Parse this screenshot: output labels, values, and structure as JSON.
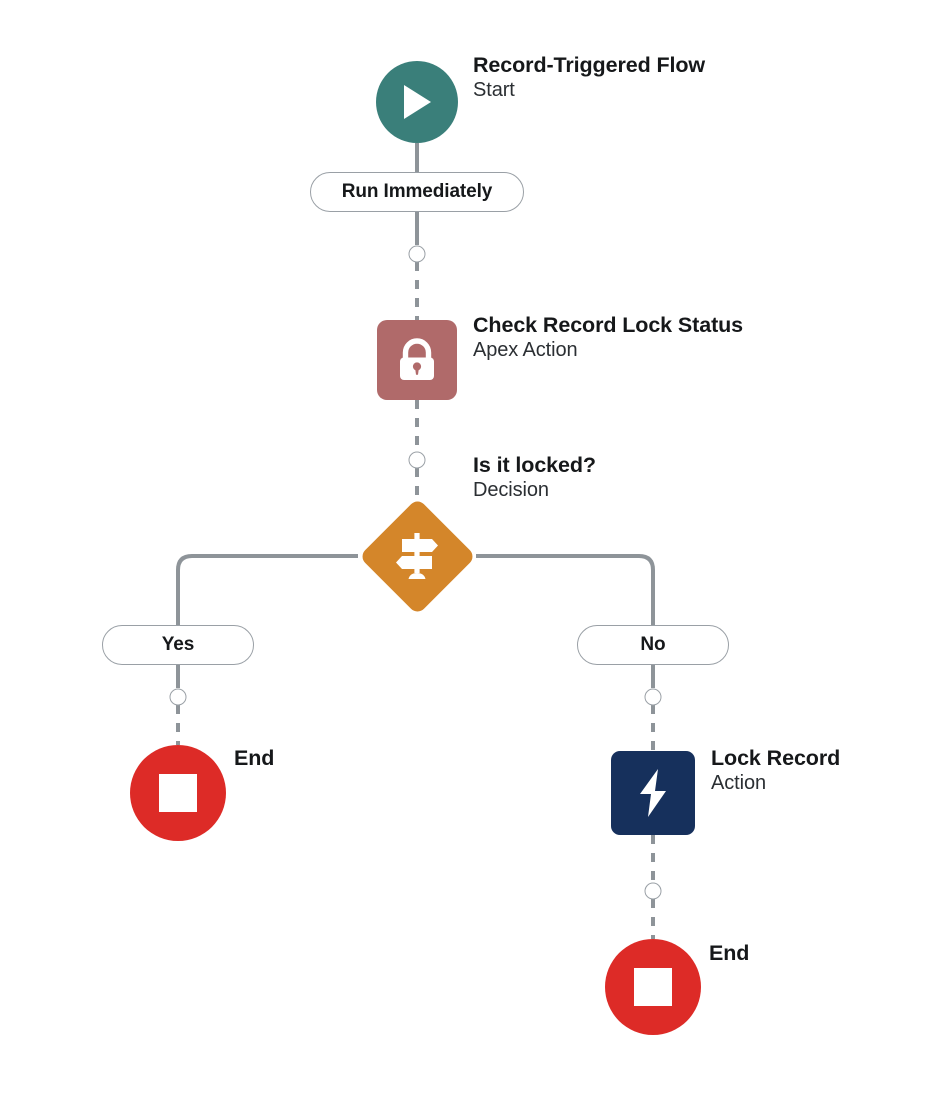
{
  "diagram": {
    "title": "Record-Triggered Flow",
    "type": "flowchart",
    "background": "#ffffff",
    "connector_color": "#8e9499"
  },
  "colors": {
    "start_teal": "#3a7f7a",
    "apex_rose": "#b06a6a",
    "decision_orange": "#d4862a",
    "action_navy": "#16305c",
    "end_red": "#dd2b27",
    "connector_gray": "#8e9499",
    "pill_border": "#9aa0a6",
    "text_primary": "#16181a"
  },
  "nodes": {
    "start": {
      "title": "Record-Triggered Flow",
      "subtitle": "Start",
      "icon": "play-icon",
      "shape": "circle",
      "color": "#3a7f7a"
    },
    "apex_action": {
      "title": "Check Record Lock Status",
      "subtitle": "Apex Action",
      "icon": "lock-icon",
      "shape": "rounded-square",
      "color": "#b06a6a"
    },
    "decision": {
      "title": "Is it locked?",
      "subtitle": "Decision",
      "icon": "signpost-icon",
      "shape": "diamond",
      "color": "#d4862a"
    },
    "lock_record": {
      "title": "Lock Record",
      "subtitle": "Action",
      "icon": "lightning-bolt-icon",
      "shape": "rounded-square",
      "color": "#16305c"
    },
    "end_yes": {
      "title": "End",
      "icon": "stop-icon",
      "shape": "circle",
      "color": "#dd2b27"
    },
    "end_no": {
      "title": "End",
      "icon": "stop-icon",
      "shape": "circle",
      "color": "#dd2b27"
    }
  },
  "connectors": {
    "run_immediately": "Run Immediately",
    "branch_yes": "Yes",
    "branch_no": "No"
  },
  "edges": [
    {
      "from": "start",
      "to": "run_immediately_pill"
    },
    {
      "from": "run_immediately_pill",
      "to": "apex_action",
      "style": "dashed"
    },
    {
      "from": "apex_action",
      "to": "decision",
      "style": "dashed"
    },
    {
      "from": "decision",
      "to": "branch_yes_pill",
      "label": "Yes"
    },
    {
      "from": "decision",
      "to": "branch_no_pill",
      "label": "No"
    },
    {
      "from": "branch_yes_pill",
      "to": "end_yes",
      "style": "dashed"
    },
    {
      "from": "branch_no_pill",
      "to": "lock_record",
      "style": "dashed"
    },
    {
      "from": "lock_record",
      "to": "end_no",
      "style": "dashed"
    }
  ]
}
